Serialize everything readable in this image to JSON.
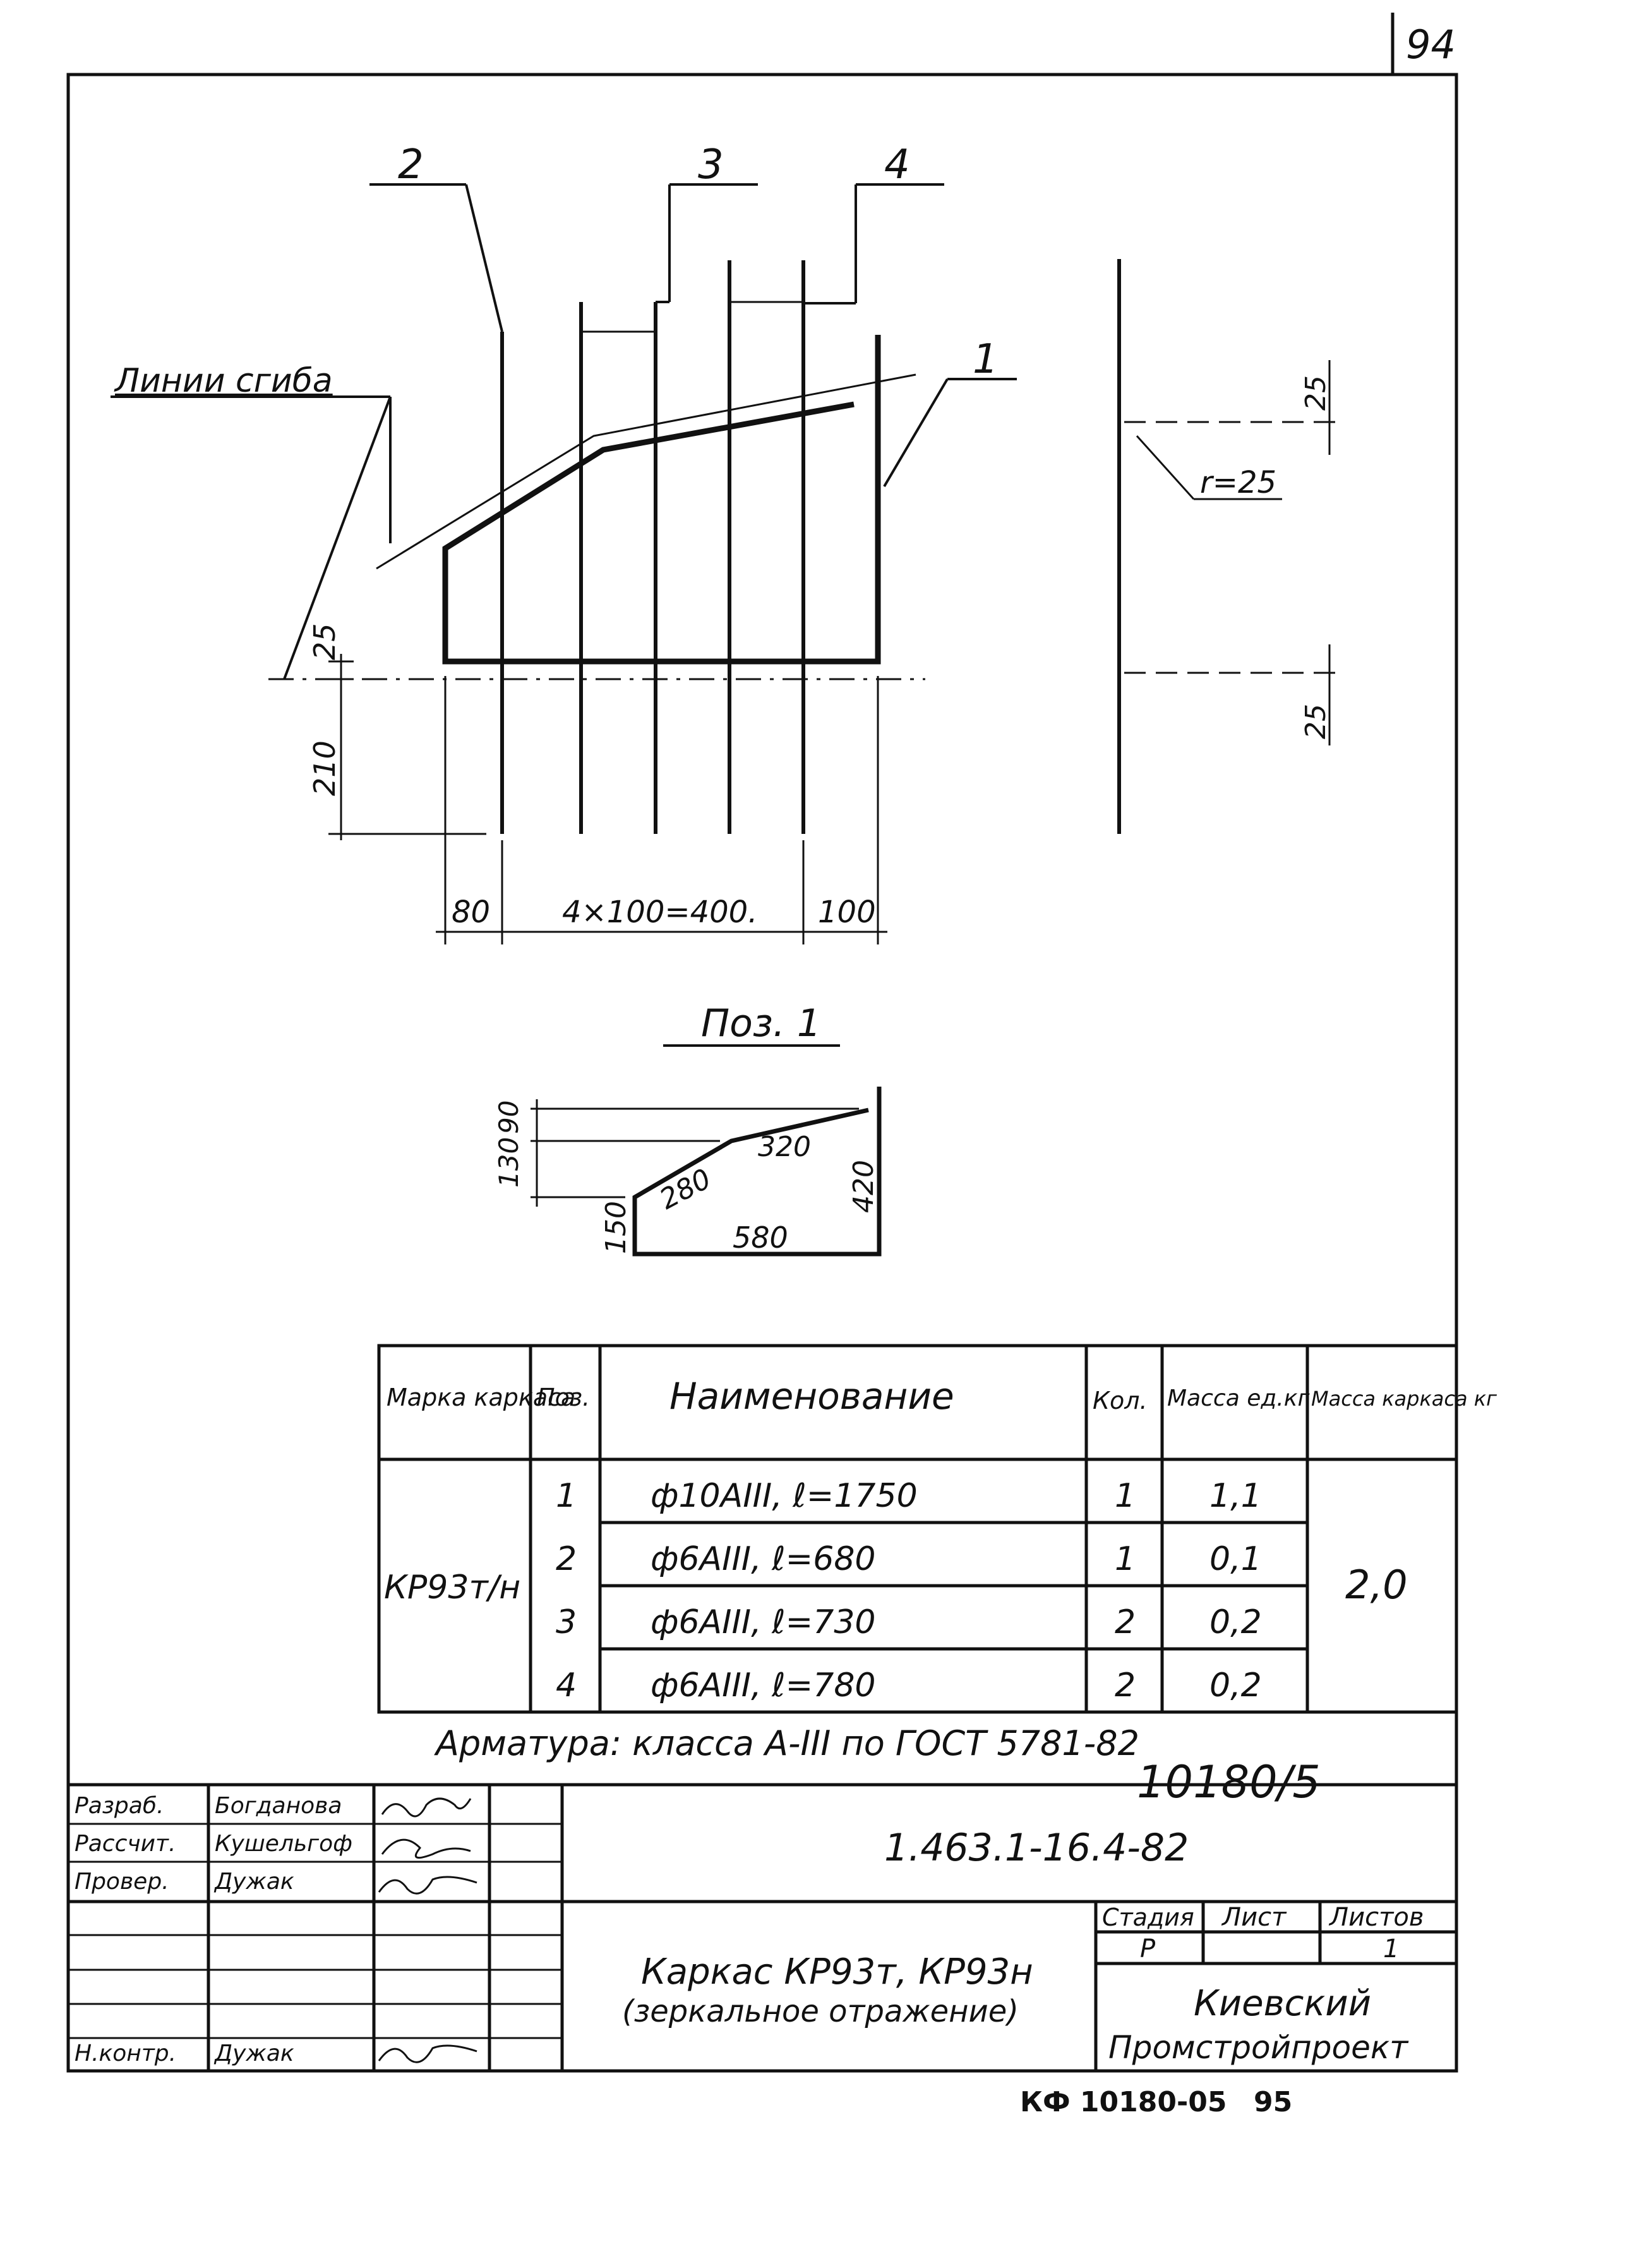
{
  "sheet": {
    "page_number": "94",
    "footer_code": "КФ 10180-05",
    "footer_page": "95"
  },
  "view_main": {
    "callouts": [
      "2",
      "3",
      "4",
      "1"
    ],
    "bend_lines_label": "Линии сгиба",
    "dims": {
      "top_offset": "25",
      "bottom_offset": "210",
      "left": "80",
      "middle": "4×100=400.",
      "right": "100"
    }
  },
  "view_side": {
    "dim_top": "25",
    "radius": "r=25",
    "dim_bottom": "25"
  },
  "pos1": {
    "title": "Поз. 1",
    "dims": [
      "130",
      "90",
      "320",
      "280",
      "420",
      "150",
      "580"
    ]
  },
  "spec_table": {
    "headers": {
      "mark": "Марка каркаса",
      "pos": "Поз.",
      "name": "Наименование",
      "qty": "Кол.",
      "unit_mass": "Масса ед.кг",
      "frame_mass": "Масса каркаса кг"
    },
    "mark": "КР93т/н",
    "frame_mass": "2,0",
    "rows": [
      {
        "pos": "1",
        "name": "ф10АIII, ℓ=1750",
        "qty": "1",
        "mass": "1,1"
      },
      {
        "pos": "2",
        "name": "ф6АIII, ℓ=680",
        "qty": "1",
        "mass": "0,1"
      },
      {
        "pos": "3",
        "name": "ф6АIII, ℓ=730",
        "qty": "2",
        "mass": "0,2"
      },
      {
        "pos": "4",
        "name": "ф6АIII, ℓ=780",
        "qty": "2",
        "mass": "0,2"
      }
    ],
    "note": "Арматура: класса А-III по ГОСТ 5781-82",
    "ref": "10180/5"
  },
  "title_block": {
    "signers": [
      {
        "role": "Разраб.",
        "name": "Богданова"
      },
      {
        "role": "Рассчит.",
        "name": "Кушельгоф"
      },
      {
        "role": "Провер.",
        "name": "Дужак"
      },
      {
        "role": "",
        "name": ""
      },
      {
        "role": "",
        "name": ""
      },
      {
        "role": "",
        "name": ""
      },
      {
        "role": "Н.контр.",
        "name": "Дужак"
      }
    ],
    "doc_code": "1.463.1-16.4-82",
    "title": "Каркас КР93т, КР93н",
    "subtitle": "(зеркальное отражение)",
    "stage_label": "Стадия",
    "sheet_label": "Лист",
    "sheets_label": "Листов",
    "stage": "Р",
    "sheets": "1",
    "org_line1": "Киевский",
    "org_line2": "Промстройпроект"
  }
}
